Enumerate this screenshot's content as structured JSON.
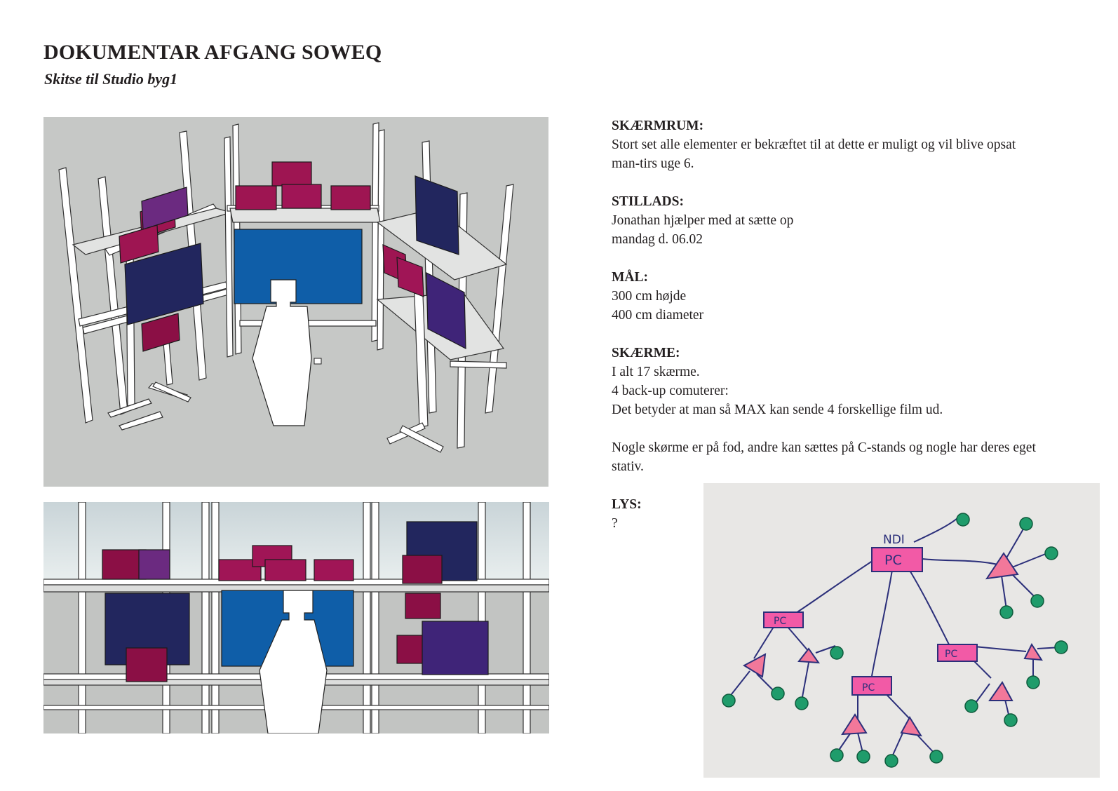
{
  "header": {
    "title": "DOKUMENTAR AFGANG SOWEQ",
    "subtitle": "Skitse til Studio byg1"
  },
  "notes": {
    "skaermrum": {
      "heading": "SKÆRMRUM:",
      "text": "Stort set alle elementer er bekræftet til at dette er muligt og vil blive opsat man-tirs uge 6."
    },
    "stillads": {
      "heading": "STILLADS:",
      "line1": "Jonathan hjælper med at sætte op",
      "line2": "mandag d. 06.02"
    },
    "maal": {
      "heading": "MÅL:",
      "line1": "300 cm højde",
      "line2": "400 cm diameter"
    },
    "skaerme": {
      "heading": "SKÆRME:",
      "line1": "I alt 17 skærme.",
      "line2": "4 back-up comuterer:",
      "line3": "Det betyder at man så MAX kan sende 4 forskellige film ud."
    },
    "paragraph": "Nogle skørme er på fod, andre kan sættes på C-stands og nogle har deres eget stativ.",
    "lys": {
      "heading": "LYS:",
      "text": "?"
    }
  },
  "sketch": {
    "top_label": "NDI",
    "node_label": "PC"
  },
  "colors": {
    "background_gray": "#c6c8c6",
    "screen_magenta": "#9e1552",
    "screen_purple": "#6b2a80",
    "screen_navy": "#22265e",
    "screen_blue": "#0f5ea8",
    "sketch_pink": "#f25aa6",
    "sketch_green": "#1f9c6b",
    "sketch_ink": "#2b2f7a"
  }
}
